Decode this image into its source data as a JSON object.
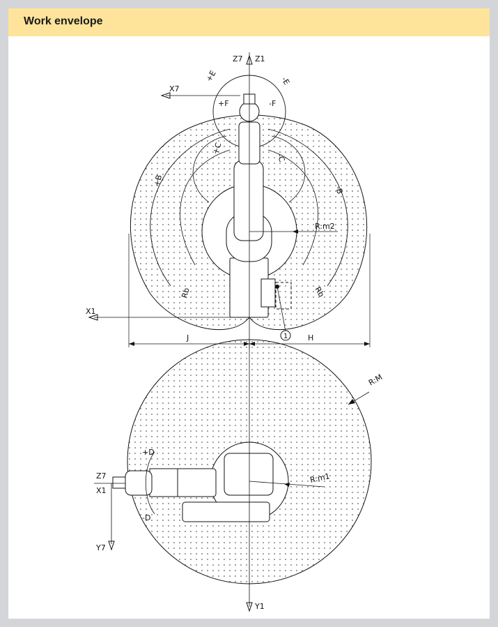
{
  "header": {
    "title": "Work envelope"
  },
  "side_view": {
    "axis_labels": {
      "z7": "Z7",
      "z1": "Z1",
      "x7": "X7",
      "x1": "X1"
    },
    "joint_labels": {
      "e_plus": "+E",
      "e_minus": "-E",
      "f_plus": "+F",
      "f_minus": "-F",
      "c_plus": "+C",
      "c_minus": "-C",
      "b_plus": "+B",
      "b_minus": "-B"
    },
    "radius_labels": {
      "r_m2": "R:m2",
      "rb_left": "Rb",
      "rb_right": "Rb"
    },
    "dimension_labels": {
      "j": "J",
      "h": "H"
    },
    "callout": "1"
  },
  "top_view": {
    "axis_labels": {
      "z7": "Z7",
      "x1": "X1",
      "y7": "Y7",
      "y1": "Y1"
    },
    "joint_labels": {
      "d_plus": "+D",
      "d_minus": "-D"
    },
    "radius_labels": {
      "r_m": "R:M",
      "r_m1": "R:m1"
    }
  },
  "colors": {
    "header_bg": "#fde49a",
    "page_bg": "#d3d5d8",
    "line": "#111111"
  }
}
